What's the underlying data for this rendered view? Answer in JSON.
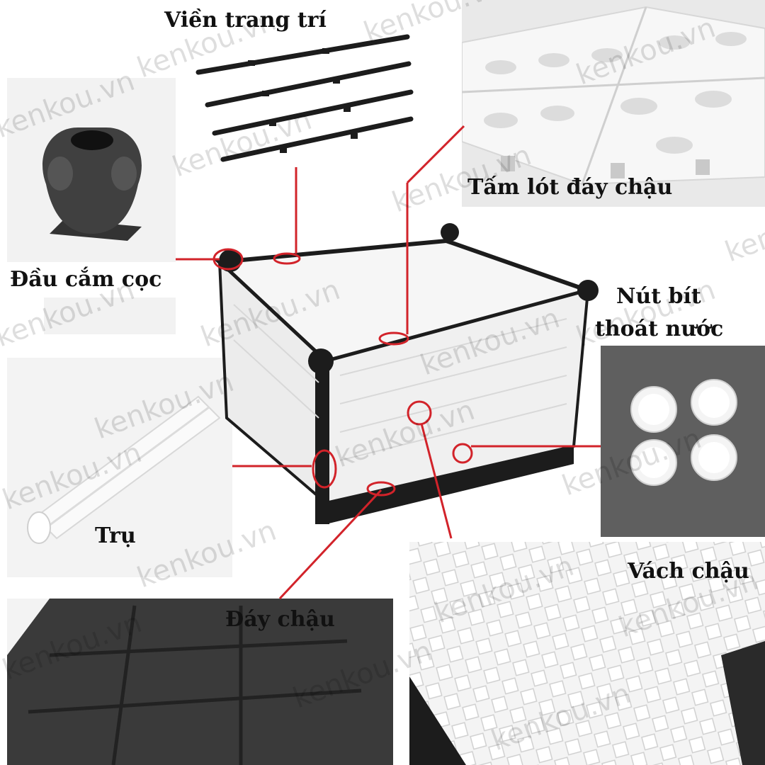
{
  "image": {
    "labels": {
      "trim": "Viền trang trí",
      "base_mat": "Tấm lót đáy chậu",
      "post_cap": "Đầu cắm cọc",
      "drain_plug_line1": "Nút bít",
      "drain_plug_line2": "thoát nước",
      "post": "Trụ",
      "pot_bottom": "Đáy chậu",
      "pot_wall": "Vách chậu"
    },
    "watermark": "kenkou.vn",
    "colors": {
      "callout_red": "#d2232a",
      "plastic_black": "#1c1c1c",
      "plastic_white": "#f3f3f3",
      "backdrop_gray": "#e6e6e6"
    }
  }
}
